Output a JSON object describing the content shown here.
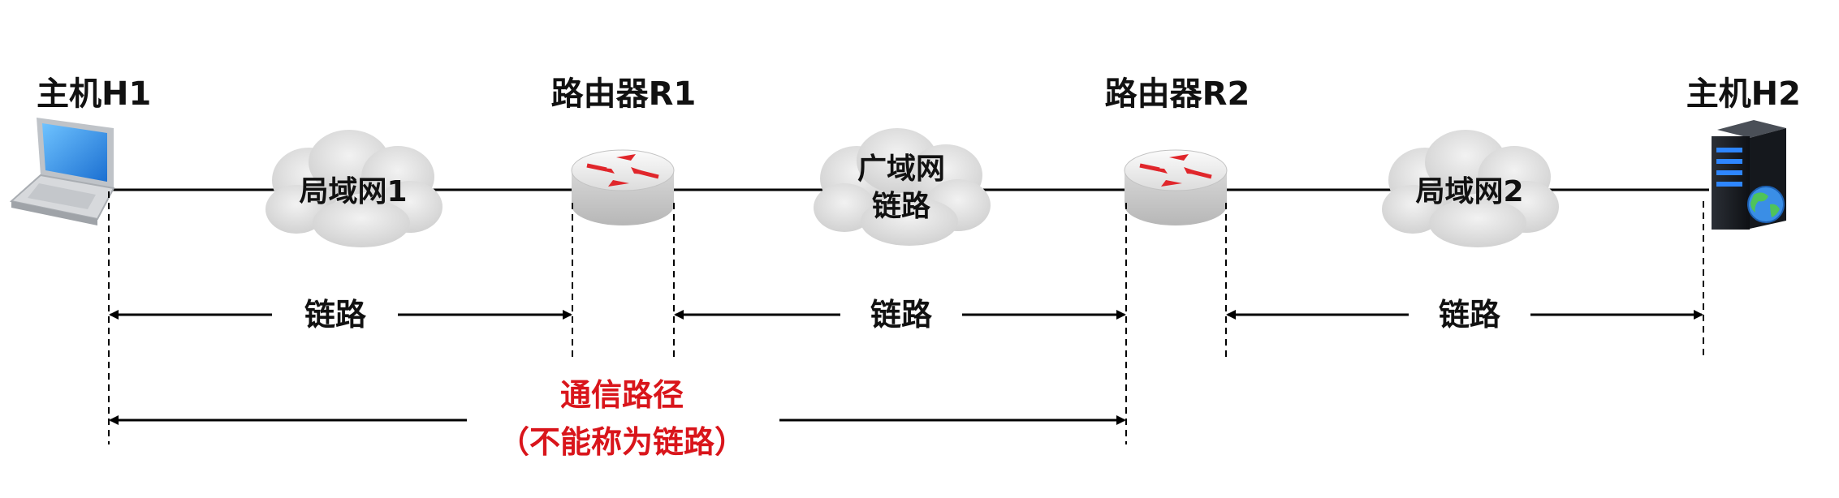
{
  "nodes": {
    "h1": "主机H1",
    "r1": "路由器R1",
    "r2": "路由器R2",
    "h2": "主机H2"
  },
  "clouds": {
    "lan1": "局域网1",
    "wan_line1": "广域网",
    "wan_line2": "链路",
    "lan2": "局域网2"
  },
  "links": {
    "link1": "链路",
    "link2": "链路",
    "link3": "链路"
  },
  "path": {
    "line1": "通信路径",
    "line2": "（不能称为链路）"
  },
  "colors": {
    "text": "#111111",
    "path_text": "#d9151b",
    "router_arrow": "#e0262b"
  }
}
